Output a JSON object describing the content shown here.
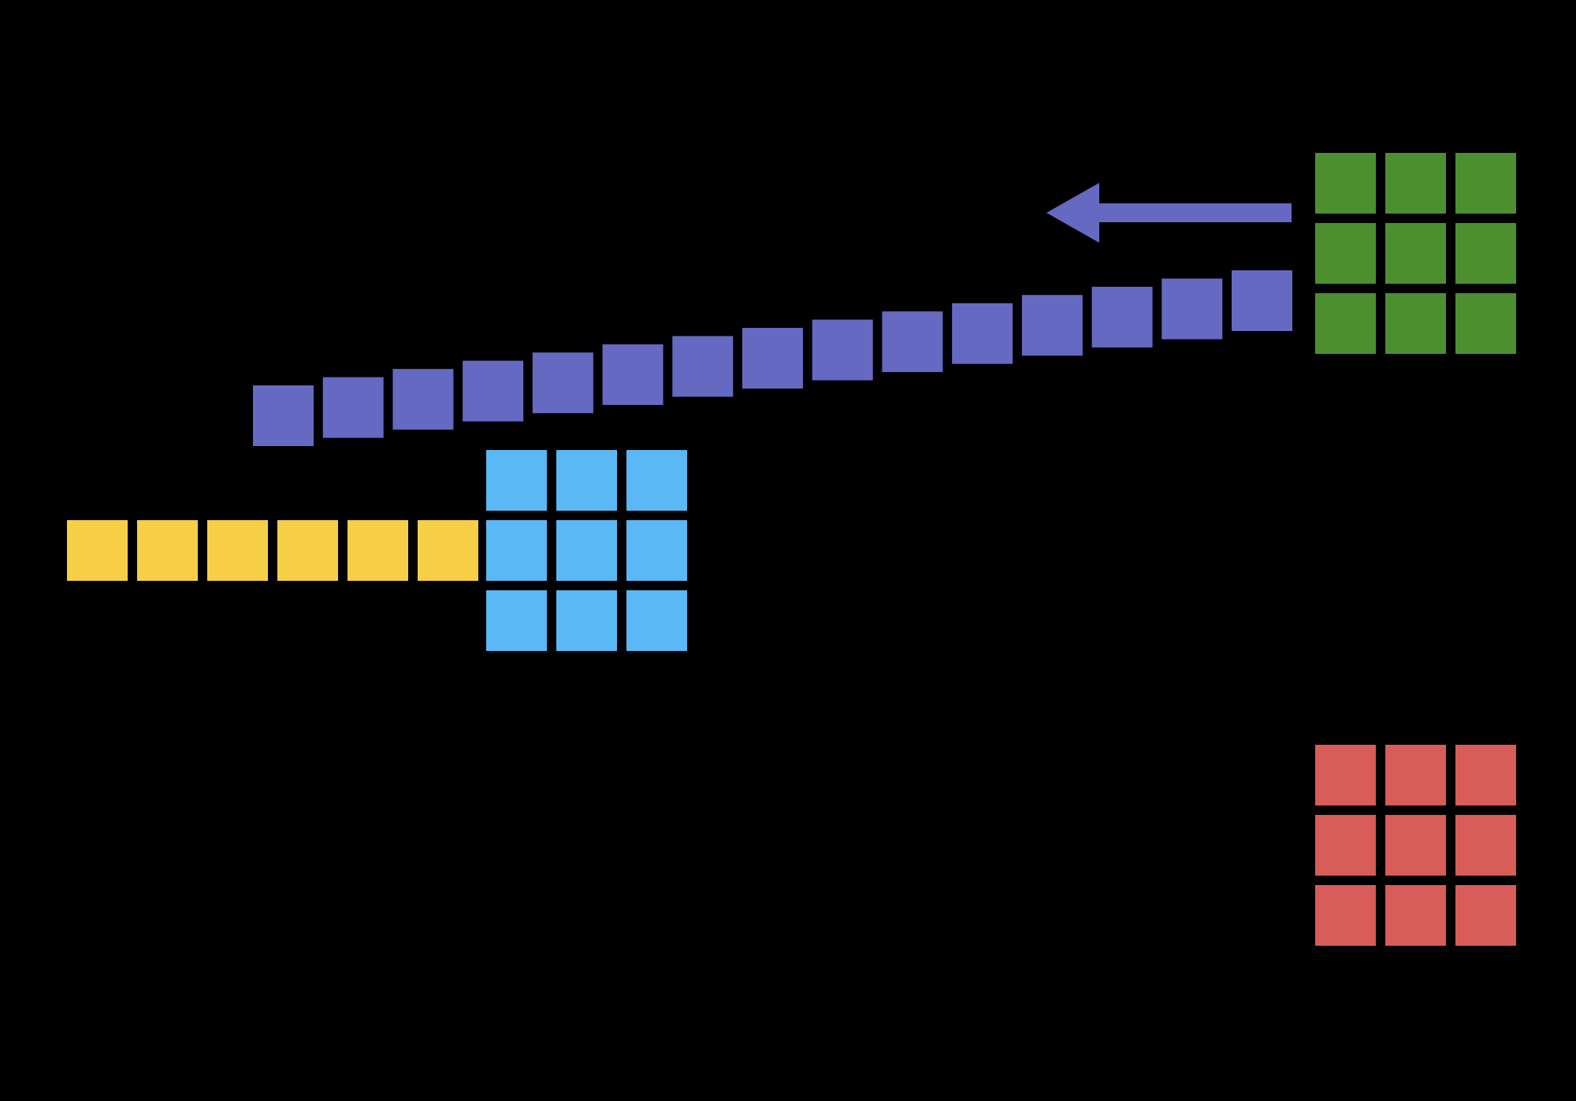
{
  "background_color": "#000000",
  "groups": {
    "green_grid": {
      "color": "#4c8f2f",
      "rows": 3,
      "cols": 3,
      "count": 9
    },
    "red_grid": {
      "color": "#d85c58",
      "rows": 3,
      "cols": 3,
      "count": 9
    },
    "blue_grid": {
      "color": "#5ab8f5",
      "rows": 3,
      "cols": 3,
      "count": 9
    },
    "yellow_row": {
      "color": "#f7cf47",
      "count": 6
    },
    "purple_diagonal": {
      "color": "#6669c2",
      "count": 15
    }
  },
  "arrow": {
    "color": "#6669c2",
    "direction": "left",
    "icon": "arrow-left-icon"
  }
}
